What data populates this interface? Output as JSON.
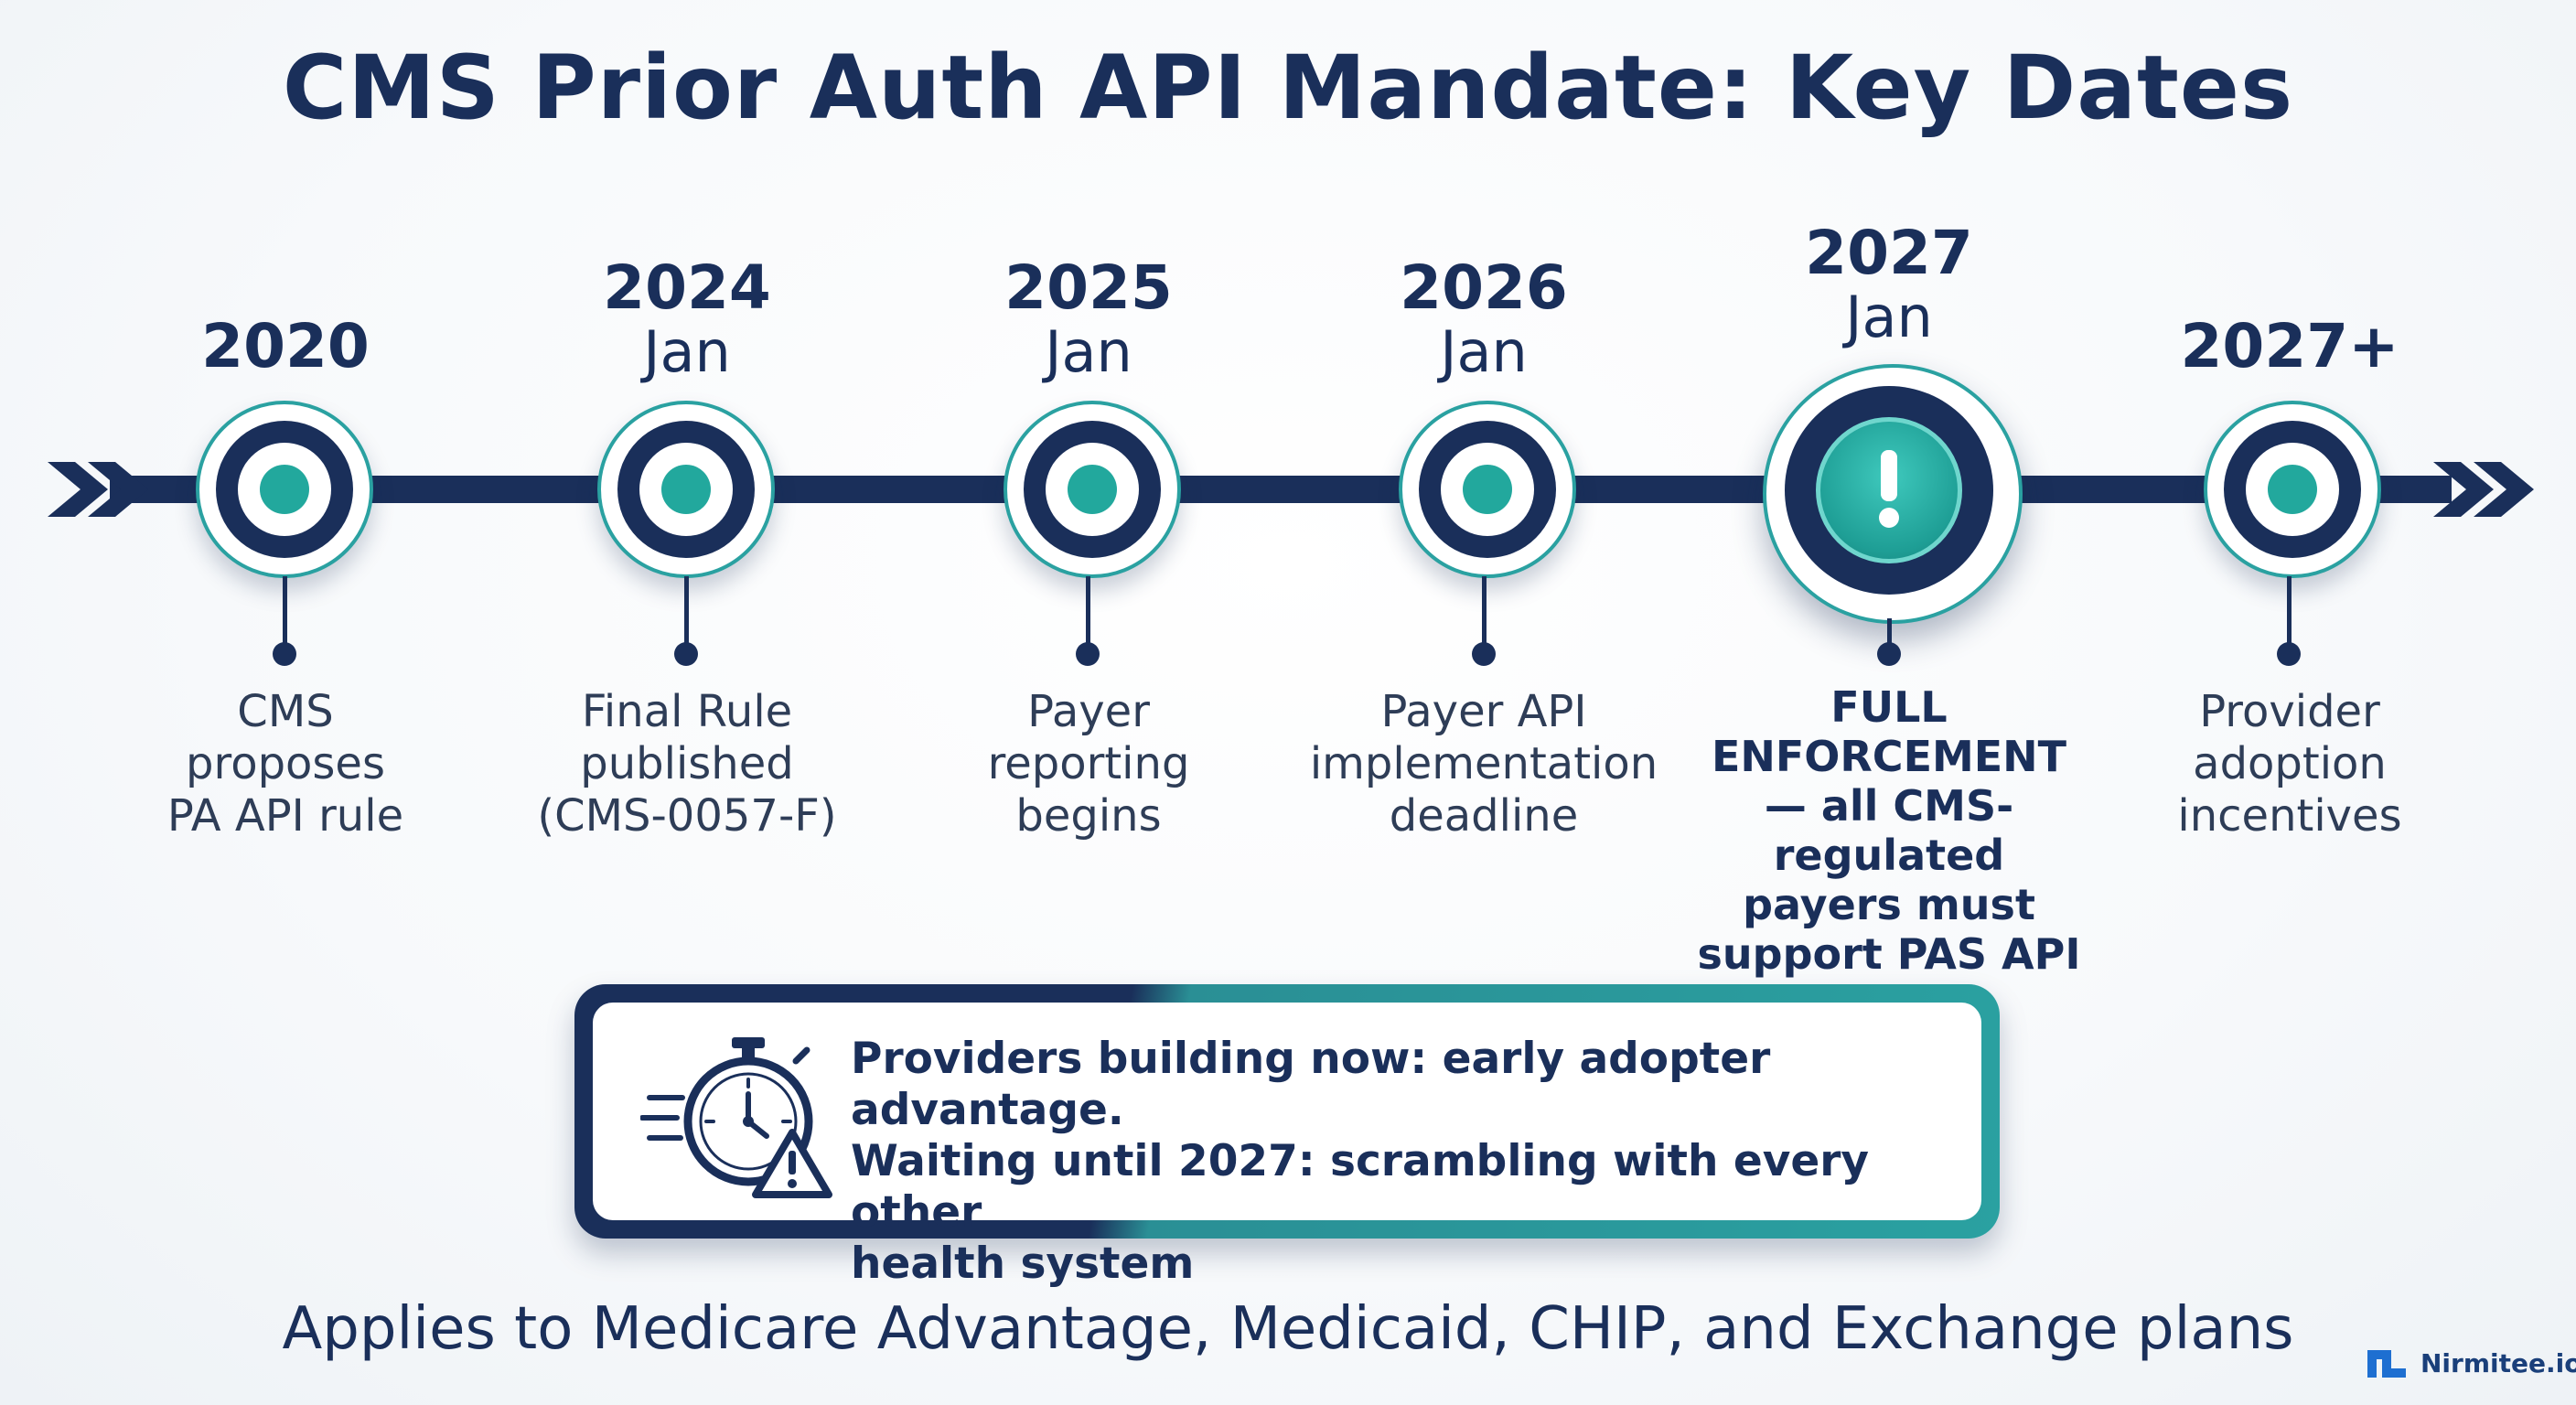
{
  "title": "CMS Prior Auth API Mandate: Key Dates",
  "milestones": [
    {
      "year": "2020",
      "month": "",
      "desc": [
        "CMS",
        "proposes",
        "PA API rule"
      ]
    },
    {
      "year": "2024",
      "month": "Jan",
      "desc": [
        "Final Rule",
        "published",
        "(CMS-0057-F)"
      ]
    },
    {
      "year": "2025",
      "month": "Jan",
      "desc": [
        "Payer",
        "reporting",
        "begins"
      ]
    },
    {
      "year": "2026",
      "month": "Jan",
      "desc": [
        "Payer API",
        "implementation",
        "deadline"
      ]
    },
    {
      "year": "2027",
      "month": "Jan",
      "desc": [
        "FULL",
        "ENFORCEMENT",
        "— all CMS-regulated",
        "payers must",
        "support PAS API"
      ]
    },
    {
      "year": "2027+",
      "month": "",
      "desc": [
        "Provider",
        "adoption",
        "incentives"
      ]
    }
  ],
  "callout": {
    "lines": [
      "Providers building now: early adopter advantage.",
      "Waiting until 2027: scrambling with every other",
      "health system"
    ],
    "icon": "stopwatch-warning-icon"
  },
  "footer": "Applies to Medicare Advantage, Medicaid, CHIP, and Exchange plans",
  "brand": {
    "name": "Nirmitee.io",
    "icon": "nirmitee-logo-icon"
  },
  "colors": {
    "navy": "#1a2f5a",
    "teal": "#22a89d",
    "teal_ring": "#2aa1a1",
    "background": "#ffffff"
  }
}
